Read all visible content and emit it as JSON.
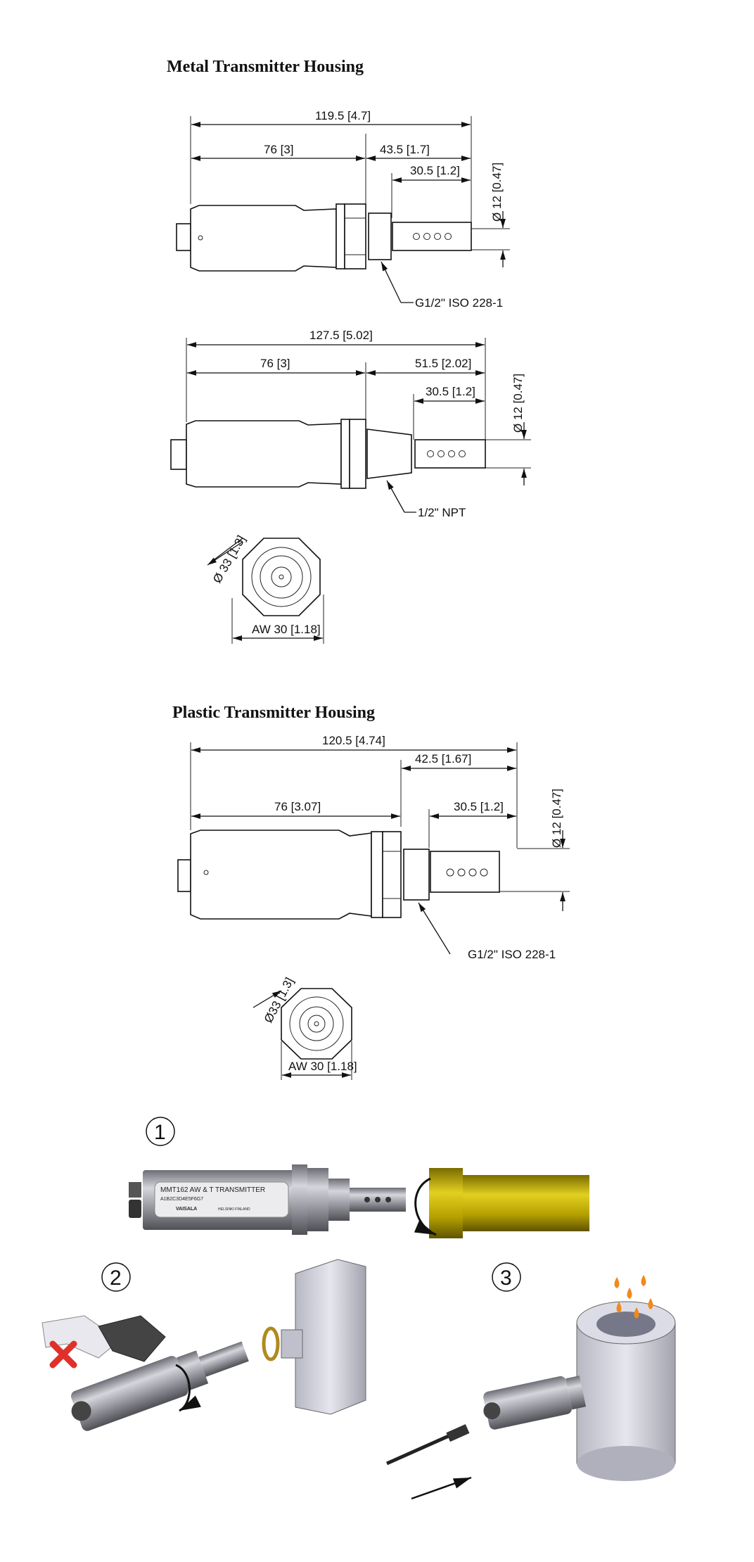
{
  "metal": {
    "title": "Metal Transmitter Housing",
    "g_variant": {
      "overall": "119.5 [4.7]",
      "body": "76 [3]",
      "front": "43.5 [1.7]",
      "probe": "30.5 [1.2]",
      "diameter": "Ø 12 [0.47]",
      "thread": "G1/2\" ISO  228-1"
    },
    "npt_variant": {
      "overall": "127.5 [5.02]",
      "body": "76 [3]",
      "front": "51.5 [2.02]",
      "probe": "30.5 [1.2]",
      "diameter": "Ø 12 [0.47]",
      "thread": "1/2\" NPT"
    },
    "end_view": {
      "diameter": "Ø 33 [1.3]",
      "wrench": "AW 30 [1.18]"
    }
  },
  "plastic": {
    "title": "Plastic Transmitter Housing",
    "overall": "120.5 [4.74]",
    "front": "42.5 [1.67]",
    "body": "76 [3.07]",
    "probe": "30.5 [1.2]",
    "diameter": "Ø 12 [0.47]",
    "thread": "G1/2\" ISO  228-1",
    "end_view": {
      "diameter": "Ø33 [1.3]",
      "wrench": "AW 30 [1.18]"
    }
  },
  "steps": {
    "step1": "1",
    "step2": "2",
    "step3": "3",
    "product_label": {
      "model": "MMT162  AW & T  TRANSMITTER",
      "serial": "A1B2C3D4E5F6G7",
      "brand": "VAISALA",
      "origin": "HELSINKI FINLAND"
    }
  },
  "colors": {
    "line": "#111111",
    "metal": "#9a9aa2",
    "brass": "#c8b400",
    "drop": "#f08a1c",
    "cross": "#e0302a"
  }
}
